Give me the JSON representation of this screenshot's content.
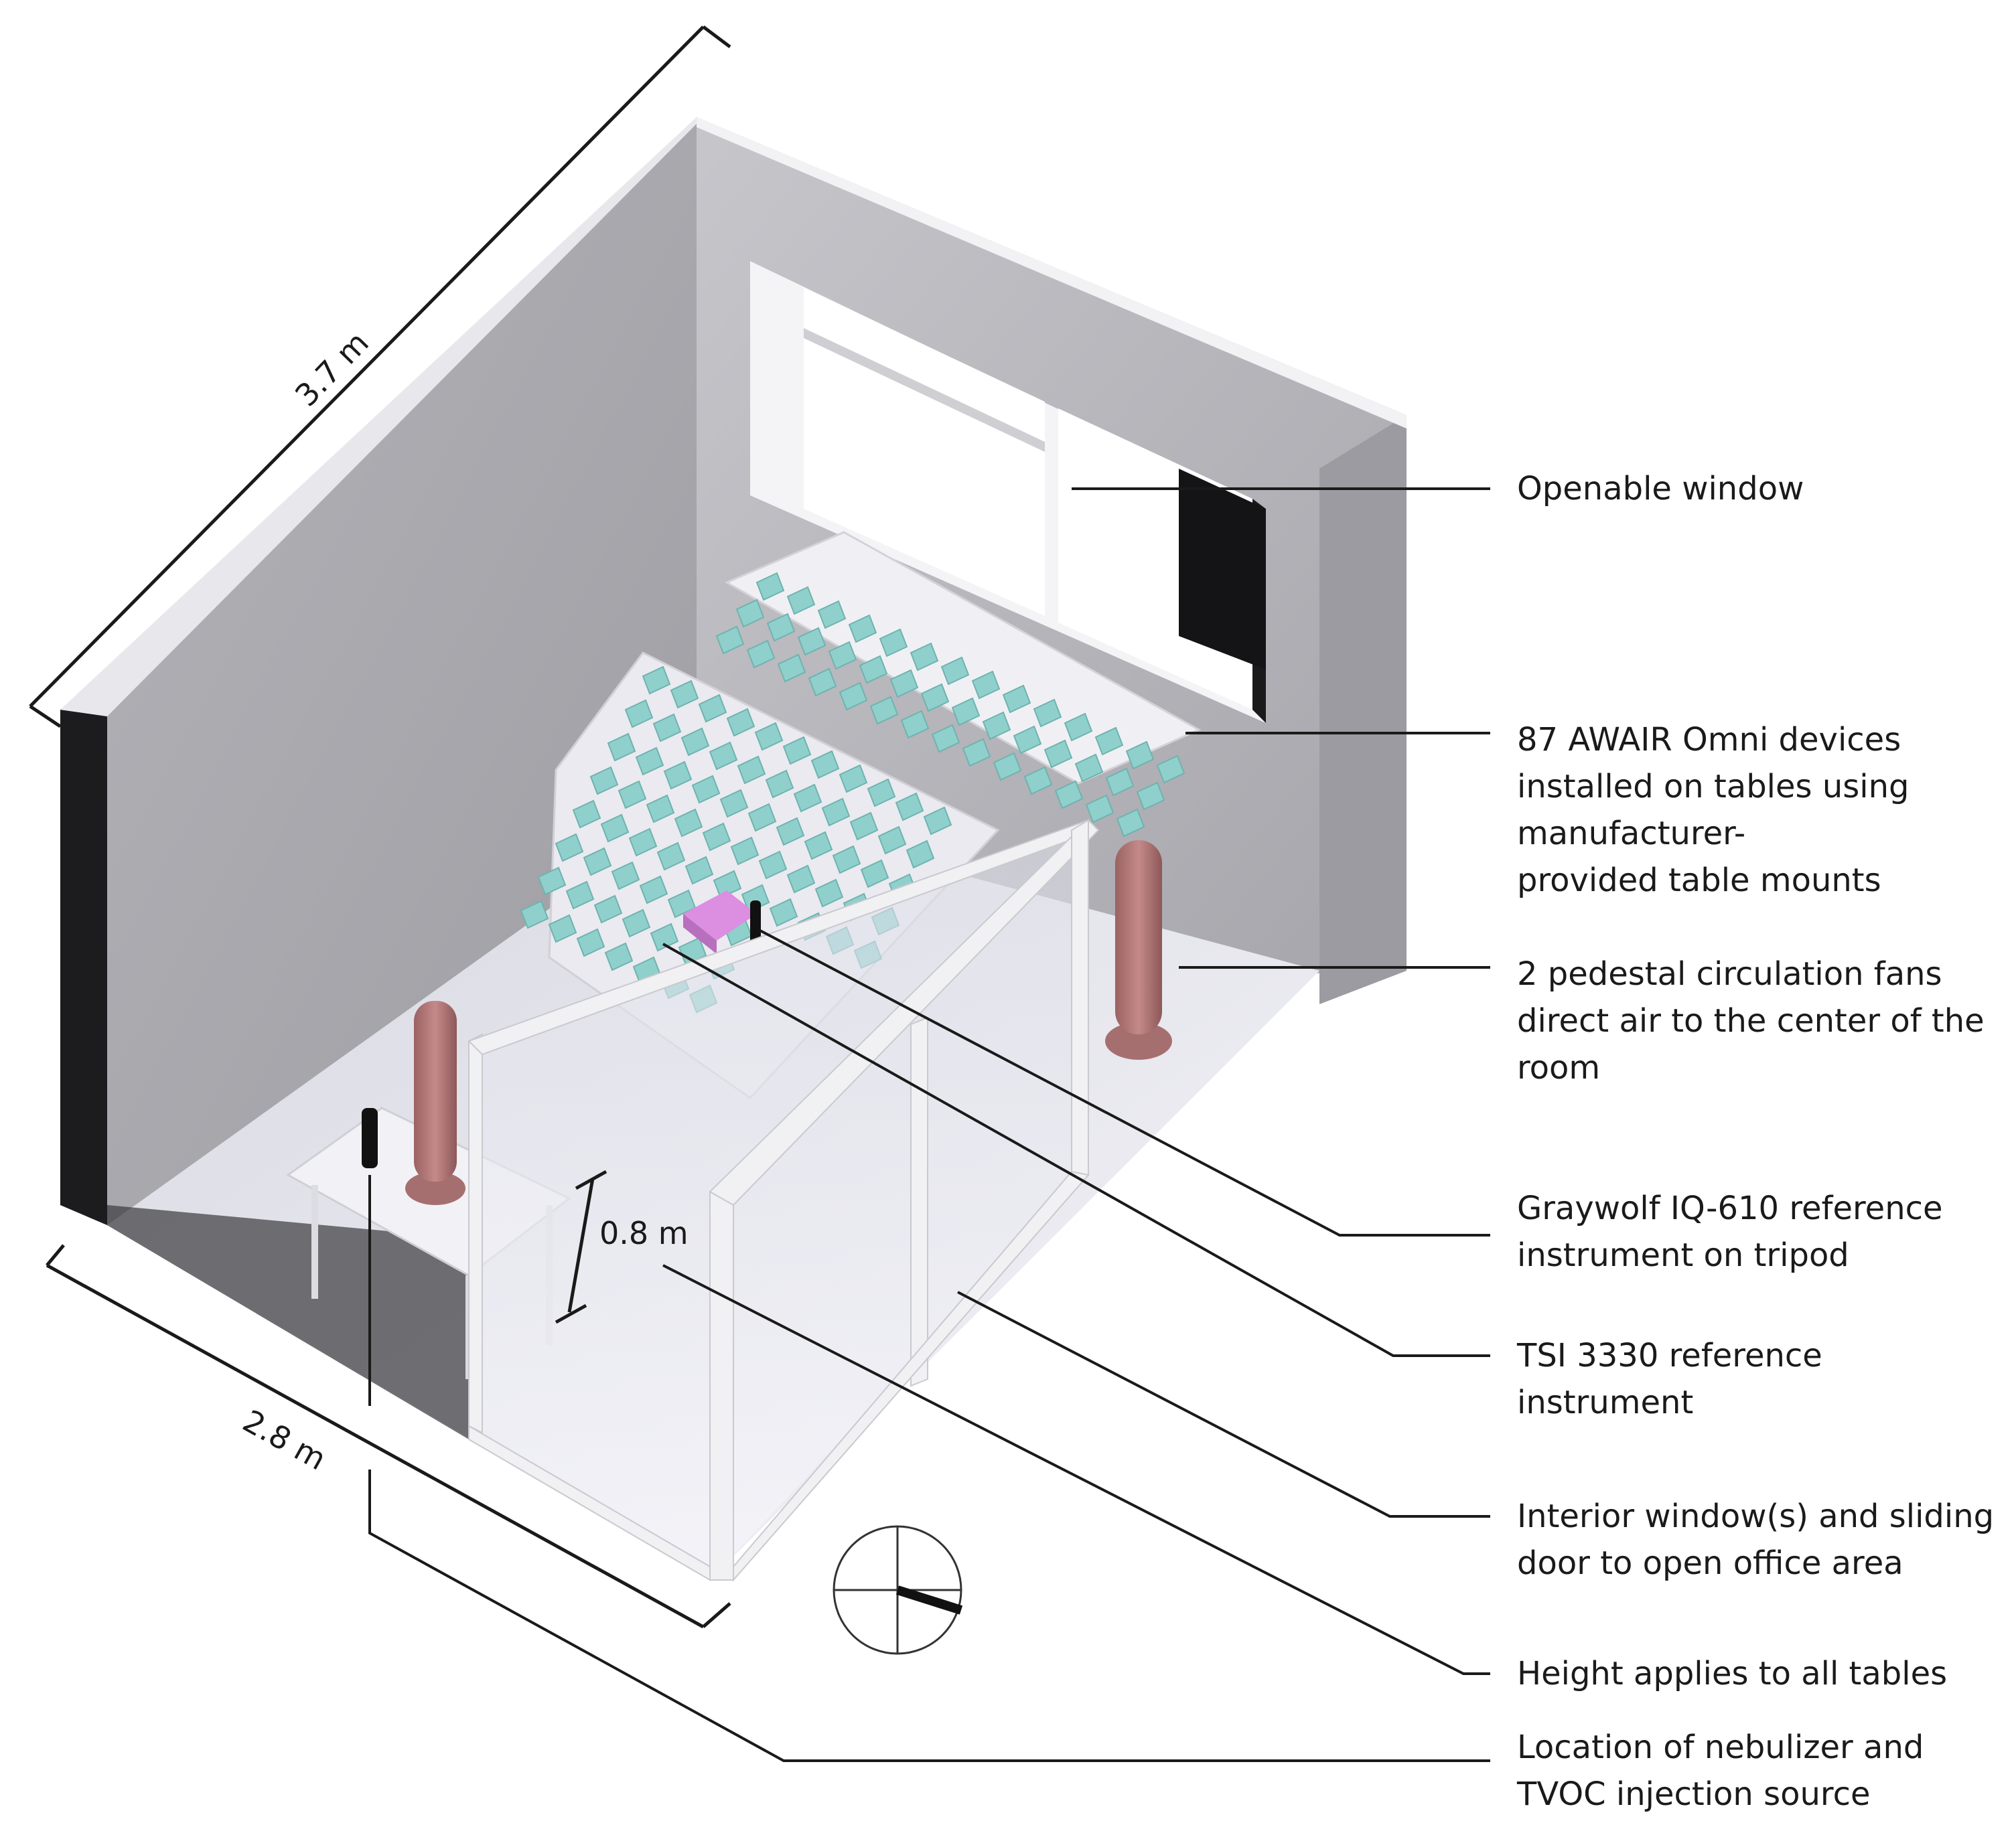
{
  "dimensions": {
    "room_length": "3.7 m",
    "room_width": "2.8 m",
    "table_height": "0.8 m"
  },
  "callouts": [
    {
      "id": "window",
      "text": "Openable window"
    },
    {
      "id": "devices",
      "text": "87 AWAIR Omni devices\ninstalled on tables using\nmanufacturer-\nprovided table mounts"
    },
    {
      "id": "fans",
      "text": "2 pedestal circulation fans\ndirect air to the center of the\nroom"
    },
    {
      "id": "graywolf",
      "text": "Graywolf IQ-610 reference\ninstrument on tripod"
    },
    {
      "id": "tsi",
      "text": "TSI 3330 reference\ninstrument"
    },
    {
      "id": "interior",
      "text": "Interior window(s) and sliding\ndoor to open office area"
    },
    {
      "id": "height",
      "text": "Height applies to all tables"
    },
    {
      "id": "nebulizer",
      "text": "Location of nebulizer and\nTVOC injection source"
    }
  ],
  "colors": {
    "wall": "#a9a9ad",
    "wall_light": "#bdbdc2",
    "floor": "#e6e6ec",
    "sensor": "#8fd0cc",
    "fan": "#b07878",
    "tsi": "#dc8ee0",
    "frame": "#f3f3f5"
  }
}
